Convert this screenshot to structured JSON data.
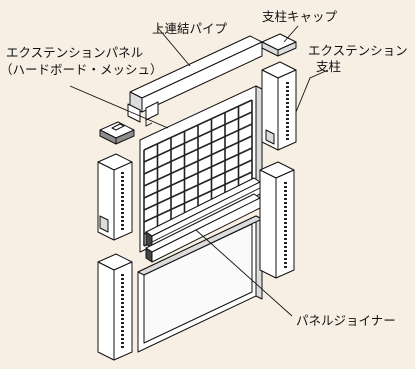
{
  "labels": {
    "upper_pipe": "上連結パイプ",
    "post_cap": "支柱キャップ",
    "extension_panel_line1": "エクステンションパネル",
    "extension_panel_line2": "（ハードボード・メッシュ）",
    "extension_post_line1": "エクステンション",
    "extension_post_line2": "支柱",
    "panel_joiner": "パネルジョイナー"
  }
}
